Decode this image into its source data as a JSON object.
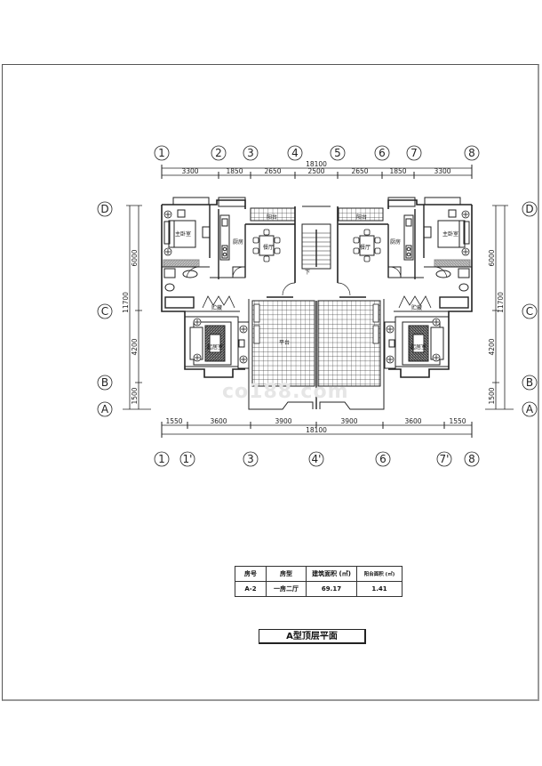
{
  "drawing": {
    "title": "A型顶层平面",
    "watermark": "co188.com"
  },
  "axes": {
    "top_labels": [
      "1",
      "2",
      "3",
      "4",
      "5",
      "6",
      "7",
      "8"
    ],
    "bottom_labels": [
      "1",
      "1'",
      "3",
      "4'",
      "6",
      "7'",
      "8"
    ],
    "left_labels": [
      "D",
      "C",
      "B",
      "A"
    ],
    "right_labels": [
      "D",
      "C",
      "B",
      "A"
    ]
  },
  "dimensions": {
    "top_total": "18100",
    "top_segments": [
      "3300",
      "1850",
      "2650",
      "2500",
      "2650",
      "1850",
      "3300"
    ],
    "bottom_total": "18100",
    "bottom_segments": [
      "1550",
      "3600",
      "3900",
      "3900",
      "3600",
      "1550"
    ],
    "left_total": "11700",
    "left_segments": [
      "6000",
      "4200",
      "1500"
    ],
    "right_total": "11700",
    "right_segments": [
      "6000",
      "4200",
      "1500"
    ]
  },
  "rooms": {
    "master_bedroom": "主卧室",
    "kitchen": "厨房",
    "dining": "餐厅",
    "balcony_top": "阳台",
    "living": "起居室",
    "storage": "贮藏",
    "terrace": "平台",
    "stair_down": "下"
  },
  "area_table": {
    "headers": [
      "房号",
      "房型",
      "建筑面积 (㎡)",
      "阳台面积 (㎡)"
    ],
    "rows": [
      [
        "A-2",
        "一房二厅",
        "69.17",
        "1.41"
      ]
    ]
  }
}
